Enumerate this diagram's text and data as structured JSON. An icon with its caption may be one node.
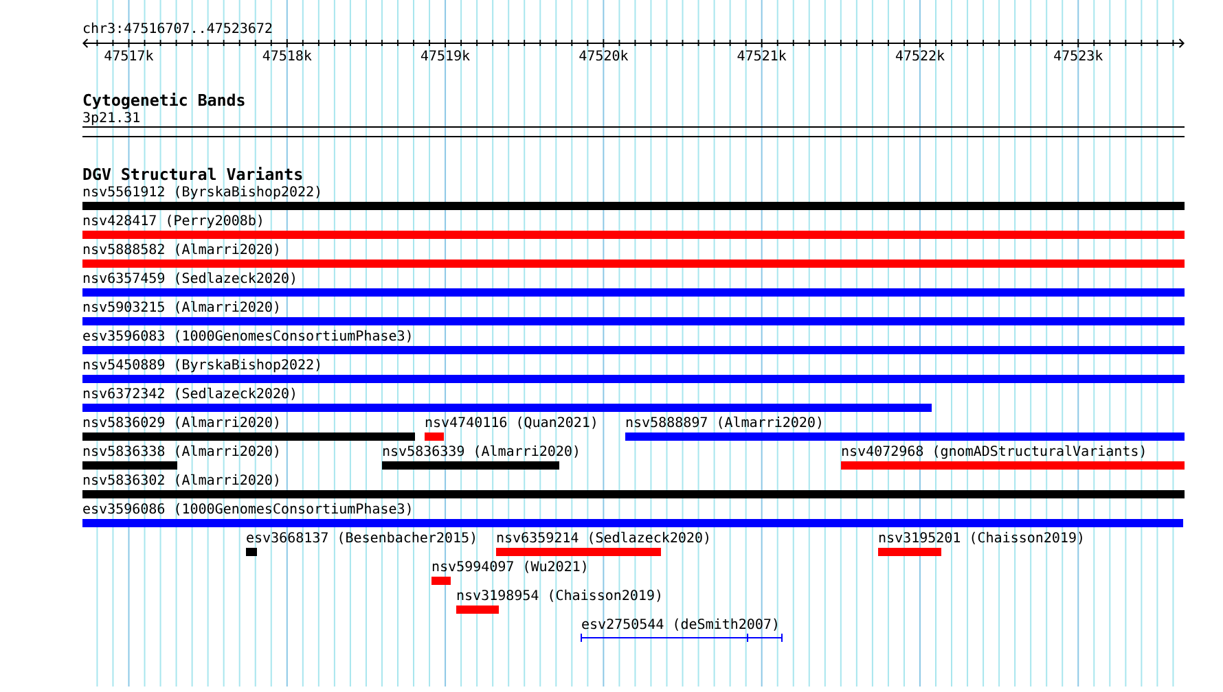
{
  "diagram": {
    "nodes": [
      {
        "text": [
          "3p21.31"
        ]
      },
      {
        "text": [
          "nsv5561912 (ByrskaBishop2022)"
        ]
      },
      {
        "text": [
          "nsv428417 (Perry2008b)"
        ]
      },
      {
        "text": [
          "nsv5888582 (Almarri2020)"
        ]
      },
      {
        "text": [
          "nsv6357459 (Sedlazeck2020)"
        ]
      },
      {
        "text": [
          "nsv5903215 (Almarri2020)"
        ]
      },
      {
        "text": [
          "esv3596083 (1000GenomesConsortiumPhase3)"
        ]
      },
      {
        "text": [
          "nsv5450889 (ByrskaBishop2022)"
        ]
      },
      {
        "text": [
          "nsv6372342 (Sedlazeck2020)"
        ]
      },
      {
        "text": [
          "nsv5836029 (Almarri2020)"
        ]
      },
      {
        "text": [
          "nsv4740116 (Quan2021)"
        ]
      },
      {
        "text": [
          "nsv5888897 (Almarri2020)"
        ]
      },
      {
        "text": [
          "nsv5836338 (Almarri2020)"
        ]
      },
      {
        "text": [
          "nsv5836339 (Almarri2020)"
        ]
      },
      {
        "text": [
          "nsv4072968 (gnomADStructuralVariants)"
        ]
      },
      {
        "text": [
          "nsv5836302 (Almarri2020)"
        ]
      },
      {
        "text": [
          "esv3596086 (1000GenomesConsortiumPhase3)"
        ]
      },
      {
        "text": [
          "esv3668137 (Besenbacher2015)"
        ]
      },
      {
        "text": [
          "nsv6359214 (Sedlazeck2020)"
        ]
      },
      {
        "text": [
          "nsv3195201 (Chaisson2019)"
        ]
      },
      {
        "text": [
          "nsv5994097 (Wu2021)"
        ]
      },
      {
        "text": [
          "nsv3198954 (Chaisson2019)"
        ]
      },
      {
        "text": [
          "esv2750544 (deSmith2007)"
        ]
      }
    ],
    "labels": [
      "chr3:47516707..47523672",
      "47517k",
      "47518k",
      "47519k",
      "47520k",
      "47521k",
      "47522k",
      "47523k",
      "Cytogenetic Bands",
      "DGV Structural Variants"
    ]
  }
}
